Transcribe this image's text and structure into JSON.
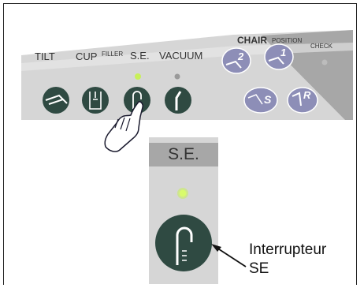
{
  "panel": {
    "tilt": "TILT",
    "cup": "CUP",
    "filler": "FILLER",
    "se": "S.E.",
    "vacuum": "VACUUM",
    "chair": "CHAIR",
    "position": "POSITION",
    "check": "CHECK",
    "btn_2": "2",
    "btn_1": "1",
    "btn_s": "S",
    "btn_r": "R"
  },
  "zoom": {
    "header": "S.E."
  },
  "callout": {
    "line1": "Interrupteur",
    "line2": "SE"
  },
  "colors": {
    "panel": "#d6d6d6",
    "panel_dark": "#a7a7a7",
    "button_dark": "#2f4a42",
    "chair_button": "#8d8eb7",
    "indicator_green": "#c8f05a"
  },
  "icons": [
    "tilt-icon",
    "cup-filler-icon",
    "se-hook-icon",
    "vacuum-icon",
    "chair-2-icon",
    "chair-1-icon",
    "chair-s-icon",
    "chair-r-icon",
    "pointing-hand-icon"
  ]
}
